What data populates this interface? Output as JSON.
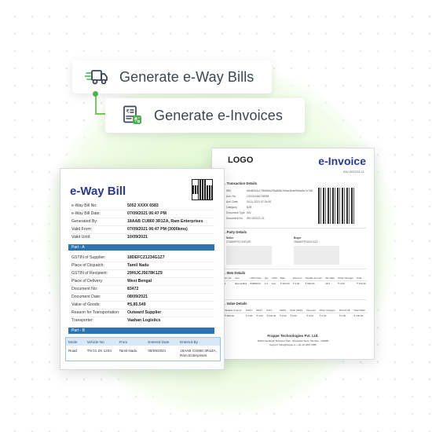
{
  "pills": {
    "eway": "Generate e-Way Bills",
    "einvoice": "Generate e-Invoices"
  },
  "icons": {
    "truck": "truck-icon",
    "invoice": "invoice-icon"
  },
  "colors": {
    "accent_green": "#4caf50",
    "brand_blue": "#2a3a8e",
    "part_bar": "#2c74b3"
  },
  "einvoice_doc": {
    "logo": "LOGO",
    "title": "e-Invoice",
    "invoice_no": "INV-002223-21",
    "sections": {
      "transaction": "1. Transaction Details",
      "party": "2. Party Details",
      "item": "3. Item Details",
      "value": "4. Value Details"
    },
    "transaction_rows": [
      {
        "k": "IRN",
        "v": "fd0d87e4c17f50f6bb2f3e8e8b7b5ae3bde9fd4e8e7e7d8"
      },
      {
        "k": "Ack. No.",
        "v": "132210066708938"
      },
      {
        "k": "Ack. Date",
        "v": "04-11-2021 07:24:00"
      },
      {
        "k": "Category",
        "v": "B2B"
      },
      {
        "k": "Document Type",
        "v": "INV"
      },
      {
        "k": "Document No",
        "v": "INV-002221-21"
      }
    ],
    "seller_label": "Seller",
    "seller_gstin": "27AAMFR1710E1ZE",
    "buyer_label": "Buyer",
    "buyer_gstin": "29AAKFP1151C1ZZ",
    "item_headers": [
      "Sr. No.",
      "Item",
      "HSN Code",
      "Qty",
      "UOM",
      "Rate",
      "Discount",
      "Taxable Amount",
      "Tax Rate",
      "Other Charges",
      "Total"
    ],
    "item_row": [
      "1",
      "Bismal Bolt",
      "84698070",
      "1.0",
      "Nos",
      "₹ 500.00",
      "₹ 0.00",
      "₹ 500.00",
      "18.0",
      "₹ 0.00",
      "₹ 700.00"
    ],
    "value_headers": [
      "Taxable Amount",
      "CGST",
      "SGST",
      "IGST",
      "CESS",
      "State CESS",
      "Discount",
      "Other Charges",
      "Round Off",
      "Total Value"
    ],
    "value_row": [
      "₹ 600.00",
      "₹ 0.00",
      "₹ 0.00",
      "₹ 100.00",
      "₹ 0.00",
      "₹ 0.00",
      "₹ 0.00",
      "₹ 0.00",
      "₹ 0.00",
      "₹ 700.00"
    ],
    "company": "Frappe Technologies Pvt. Ltd.",
    "address": "D/204 Neelkanth Business Park, Vidyavihar West, Mumbai - 400086",
    "contact": "Support: hello@frappe.io | +91 22 4897 0555"
  },
  "eway_doc": {
    "title": "e-Way Bill",
    "rows_top": [
      {
        "k": "e-Way Bill No:",
        "v": "5052 XXXX 6583"
      },
      {
        "k": "e-Way Bill Date:",
        "v": "07/09/2021 06:47 PM"
      },
      {
        "k": "Generated By:",
        "v": "18AAB CU860 3R1ZA, Ram Enterprises"
      },
      {
        "k": "Valid From:",
        "v": "07/09/2021 06:47 PM (3000kms)"
      },
      {
        "k": "Valid Until:",
        "v": "10/09/2021"
      }
    ],
    "part_a": "Part - A",
    "rows_a": [
      {
        "k": "GSTIN of Supplier:",
        "v": "18DEFCZ1234G1Z7"
      },
      {
        "k": "Place of Dispatch:",
        "v": "Tamil Nadu"
      },
      {
        "k": "GSTIN of Recipient:",
        "v": "29HIJCJ5678K1Z9"
      },
      {
        "k": "Place of Delivery:",
        "v": "West Bengal"
      },
      {
        "k": "Document No:",
        "v": "83472"
      },
      {
        "k": "Document Date:",
        "v": "08/09/2021"
      },
      {
        "k": "Value of Goods:",
        "v": "₹5,85,549"
      },
      {
        "k": "Reason for Transportation:",
        "v": "Outward Supplier"
      },
      {
        "k": "Transporter:",
        "v": "Vaahan Logistics"
      }
    ],
    "part_b": "Part - B",
    "vehicle_headers": [
      "Mode",
      "Vehicle No",
      "From",
      "Entered Date",
      "Entered By"
    ],
    "vehicle_row": [
      "Road",
      "TN 01 ZK 1234",
      "Tamil Nadu",
      "08/09/2021",
      "18AAB CU860 3R1ZA, Ram Enterprises"
    ]
  }
}
